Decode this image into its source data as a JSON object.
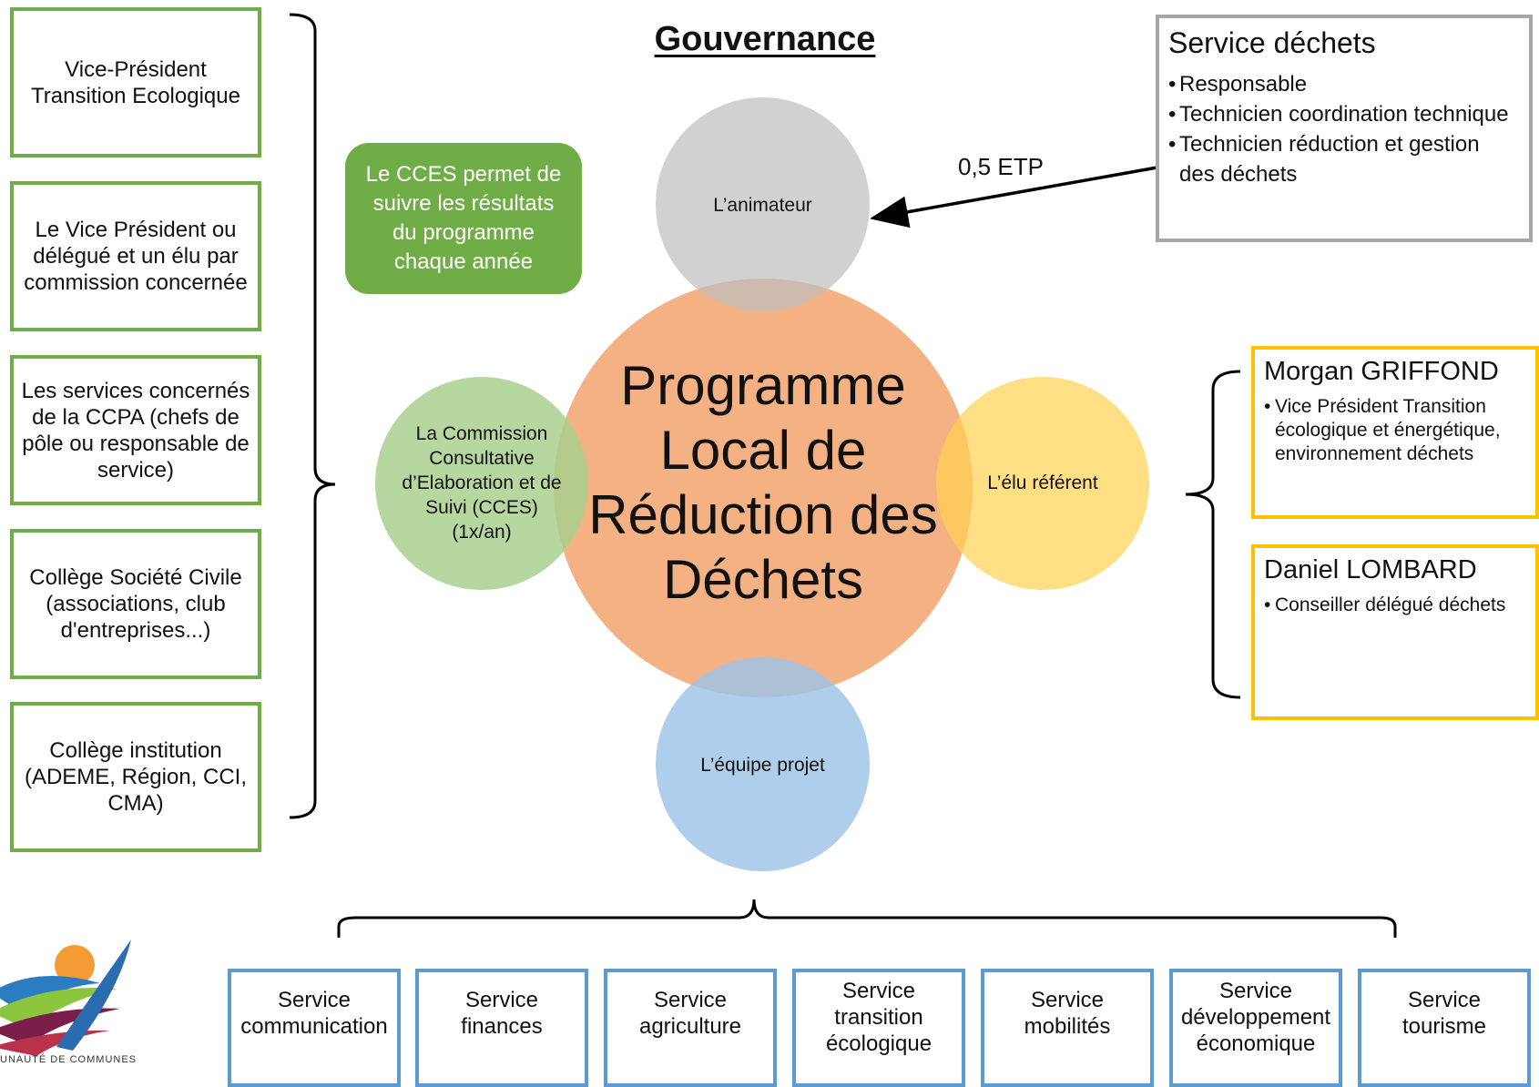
{
  "title": "Gouvernance",
  "left_boxes": [
    "Vice-Président Transition Ecologique",
    "Le Vice Président ou délégué et un élu par commission concernée",
    "Les services  concernés de la CCPA (chefs de pôle ou responsable de service)",
    "Collège Société Civile (associations, club d'entreprises...)",
    "Collège institution (ADEME, Région, CCI, CMA)"
  ],
  "green_note": "Le CCES permet de suivre les résultats du programme chaque année",
  "central": "Programme Local de Réduction des Déchets",
  "circles": {
    "top": "L’animateur",
    "left": "La Commission Consultative d’Elaboration et de Suivi (CCES) (1x/an)",
    "right": "L’élu référent",
    "bottom": "L’équipe projet"
  },
  "etp_label": "0,5 ETP",
  "service_dechets": {
    "heading": "Service déchets",
    "items": [
      "Responsable",
      "Technicien coordination technique",
      "Technicien réduction et gestion des déchets"
    ]
  },
  "elus": [
    {
      "heading": "Morgan GRIFFOND",
      "items": [
        "Vice Président Transition écologique et énergétique, environnement déchets"
      ]
    },
    {
      "heading": "Daniel LOMBARD",
      "items": [
        "Conseiller délégué déchets"
      ]
    }
  ],
  "services": [
    "Service communication",
    "Service finances",
    "Service agriculture",
    "Service transition écologique",
    "Service mobilités",
    "Service développement économique",
    "Service tourisme"
  ],
  "logo_text": "UNAUTÉ DE COMMUNES",
  "colors": {
    "green": "#70ad47",
    "blue": "#5b9bd5",
    "yellow": "#ffc000",
    "grey": "#a6a6a6",
    "salmon": "#f4b183"
  }
}
